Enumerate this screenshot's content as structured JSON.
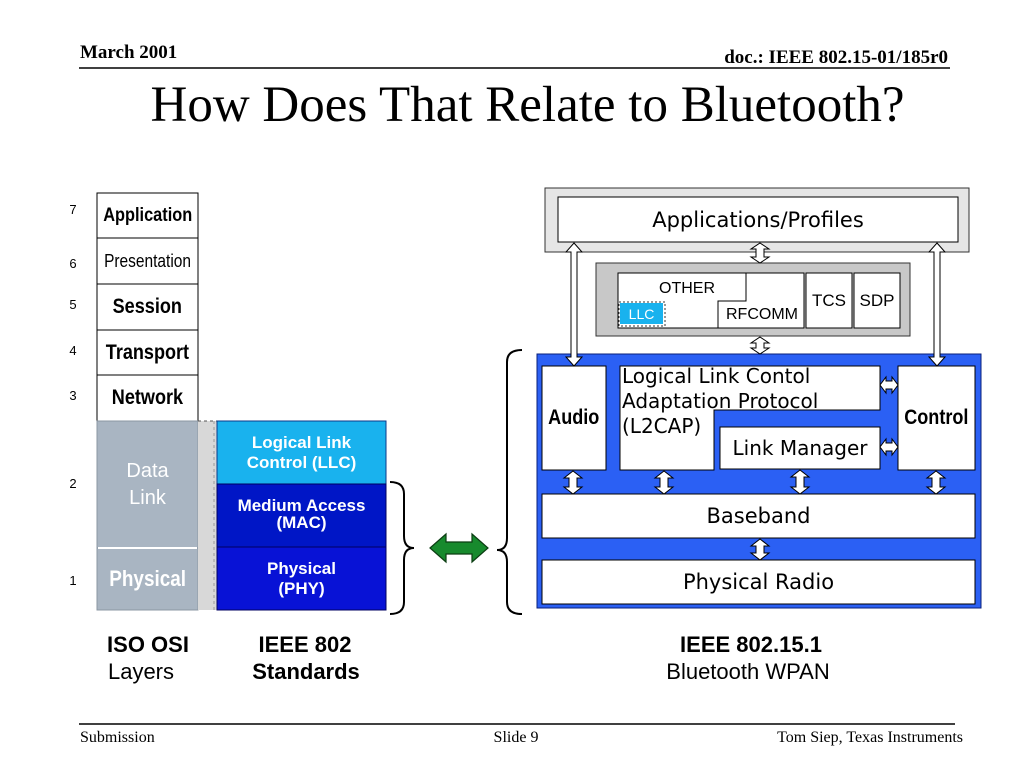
{
  "header": {
    "date": "March 2001",
    "doc_id": "doc.: IEEE 802.15-01/185r0"
  },
  "title": "How Does That Relate to Bluetooth?",
  "osi": {
    "layers": [
      {
        "number": "7",
        "name": "Application"
      },
      {
        "number": "6",
        "name": "Presentation"
      },
      {
        "number": "5",
        "name": "Session"
      },
      {
        "number": "4",
        "name": "Transport"
      },
      {
        "number": "3",
        "name": "Network"
      },
      {
        "number": "2",
        "name_lines": [
          "Data",
          "Link"
        ]
      },
      {
        "number": "1",
        "name": "Physical"
      }
    ],
    "caption": {
      "line1": "ISO OSI",
      "line2": "Layers"
    }
  },
  "ieee802": {
    "boxes": [
      {
        "lines": [
          "Logical Link",
          "Control (LLC)"
        ]
      },
      {
        "lines": [
          "Medium Access",
          "(MAC)"
        ]
      },
      {
        "lines": [
          "Physical",
          "(PHY)"
        ]
      }
    ],
    "caption": {
      "line1": "IEEE 802",
      "line2": "Standards"
    }
  },
  "bluetooth": {
    "applications": "Applications/Profiles",
    "protocols": {
      "other": "OTHER",
      "llc": "LLC",
      "rfcomm": "RFCOMM",
      "tcs": "TCS",
      "sdp": "SDP"
    },
    "core": {
      "audio": "Audio",
      "l2cap_lines": [
        "Logical Link Contol",
        "Adaptation Protocol",
        "(L2CAP)"
      ],
      "link_manager": "Link Manager",
      "control": "Control",
      "baseband": "Baseband",
      "physical_radio": "Physical Radio"
    },
    "caption": {
      "line1": "IEEE 802.15.1",
      "line2": "Bluetooth WPAN"
    }
  },
  "colors": {
    "osi_lower_layers": "#a9b5c2",
    "llc": "#19b2ee",
    "mac": "#0016c6",
    "phy": "#0812d6",
    "bluetooth_core": "#2b60f4",
    "equivalence_arrow": "#178a2d",
    "llc_tag": "#19b2ee"
  },
  "footer": {
    "left": "Submission",
    "center": "Slide 9",
    "right": "Tom Siep, Texas Instruments"
  }
}
